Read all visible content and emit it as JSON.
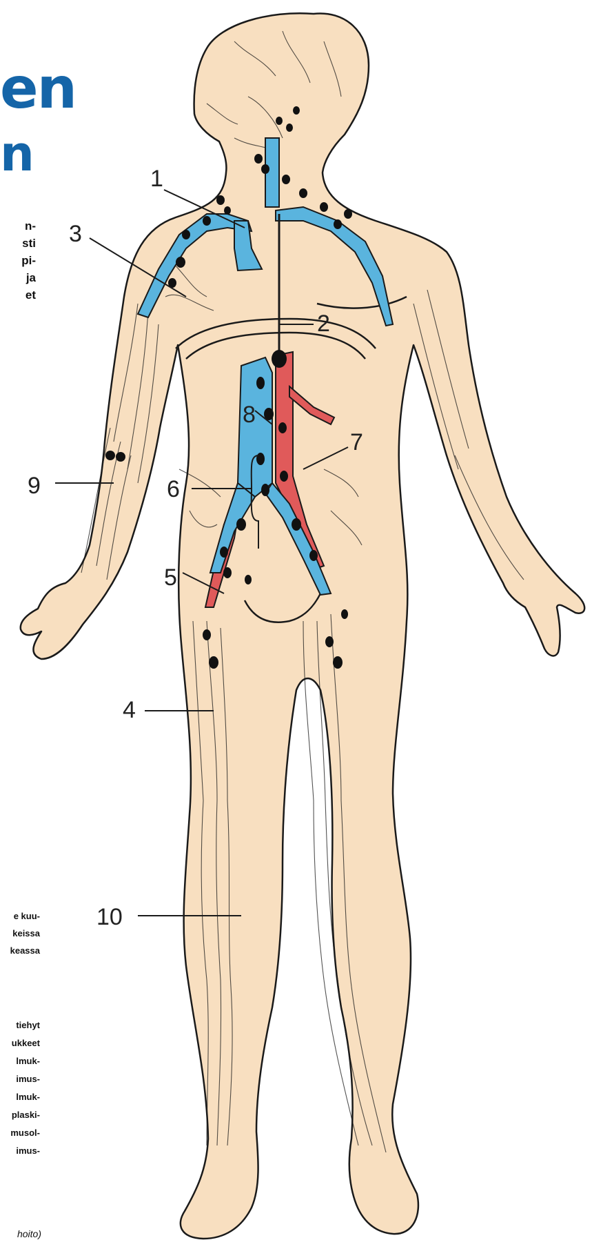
{
  "title": {
    "big": "en",
    "small": "n"
  },
  "side_text_1": [
    "n-",
    "sti",
    "pi-",
    "ja",
    "et"
  ],
  "side_text_2": [
    "e kuu-",
    "keissa",
    "keassa"
  ],
  "side_text_3": [
    "tiehyt",
    "ukkeet",
    "lmuk-",
    "imus-",
    "lmuk-",
    "plaski-",
    "musol-",
    "imus-"
  ],
  "caption": "hoito)",
  "callouts": [
    "1",
    "2",
    "3",
    "4",
    "5",
    "6",
    "7",
    "8",
    "9",
    "10"
  ],
  "colors": {
    "skin": "#f8dfc0",
    "vein": "#5ab4de",
    "artery": "#e05a5a",
    "node": "#111111",
    "title": "#1565a8"
  }
}
